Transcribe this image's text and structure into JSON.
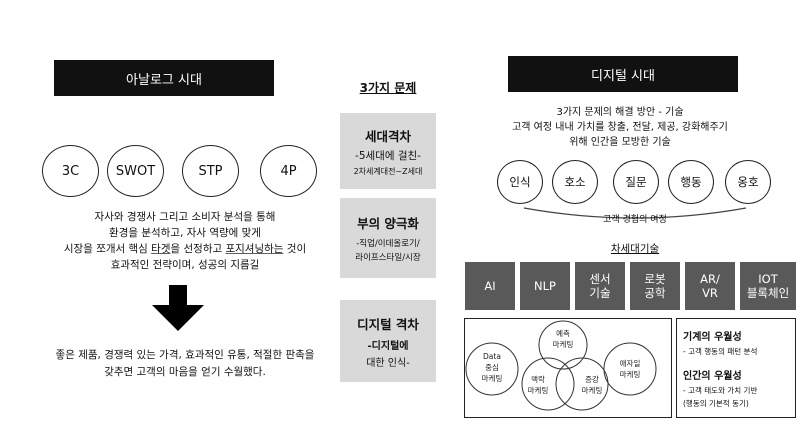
{
  "left": {
    "header": "아날로그 시대",
    "circles": [
      "3C",
      "SWOT",
      "STP",
      "4P"
    ],
    "desc": {
      "line1": "자사와 경쟁사 그리고 소비자 분석을 통해",
      "line2": "환경을 분석하고, 자사 역량에 맞게",
      "line3_a": "시장을 쪼개서 핵심 ",
      "line3_b": "타겟",
      "line3_c": "을 선정하고 ",
      "line3_d": "포지셔닝하는",
      "line3_e": " 것이",
      "line4": "효과적인 전략이며, 성공의 지름길"
    },
    "bottom": {
      "line1": "좋은 제품, 경쟁력 있는 가격, 효과적인 유통, 적절한 판촉을",
      "line2": "갖추면 고객의 마음을 얻기 수월했다."
    }
  },
  "middle": {
    "title": "3가지 문제",
    "boxes": [
      {
        "title": "세대격차",
        "line1": "-5세대에 걸친-",
        "line2": "2차세계대전~Z세대"
      },
      {
        "title": "부의 양극화",
        "line1": "-직업/이데올로기/",
        "line2": "라이프스타일/시장"
      },
      {
        "title": "디지털 격차",
        "line1": "-디지털에",
        "line2": "대한 인식-"
      }
    ]
  },
  "right": {
    "header": "디지털 시대",
    "desc": {
      "line1": "3가지 문제의 해결 방안 - 기술",
      "line2": "고객 여정 내내 가치를 창출, 전달, 제공, 강화해주기",
      "line3": "위해 인간을 모방한 기술"
    },
    "journey": [
      "인식",
      "호소",
      "질문",
      "행동",
      "옹호"
    ],
    "journey_label": "고객 경험의 여정",
    "next_tech_title": "차세대기술",
    "techs": [
      {
        "l1": "AI",
        "l2": ""
      },
      {
        "l1": "NLP",
        "l2": ""
      },
      {
        "l1": "센서",
        "l2": "기술"
      },
      {
        "l1": "로봇",
        "l2": "공학"
      },
      {
        "l1": "AR/",
        "l2": "VR"
      },
      {
        "l1": "IOT",
        "l2": "블록체인"
      }
    ],
    "venn": {
      "data": [
        "Data",
        "중심",
        "마케팅"
      ],
      "predict": [
        "예측",
        "마케팅"
      ],
      "context": [
        "맥락",
        "마케팅"
      ],
      "augment": [
        "증강",
        "마케팅"
      ],
      "agile": [
        "애자일",
        "마케팅"
      ]
    },
    "machine": {
      "title": "기계의 우월성",
      "line": "- 고객 행동의 패턴 분석"
    },
    "human": {
      "title": "인간의 우월성",
      "line1": "- 고객 태도와 가치 기반",
      "line2": "(행동의 기본적 동기)"
    }
  }
}
